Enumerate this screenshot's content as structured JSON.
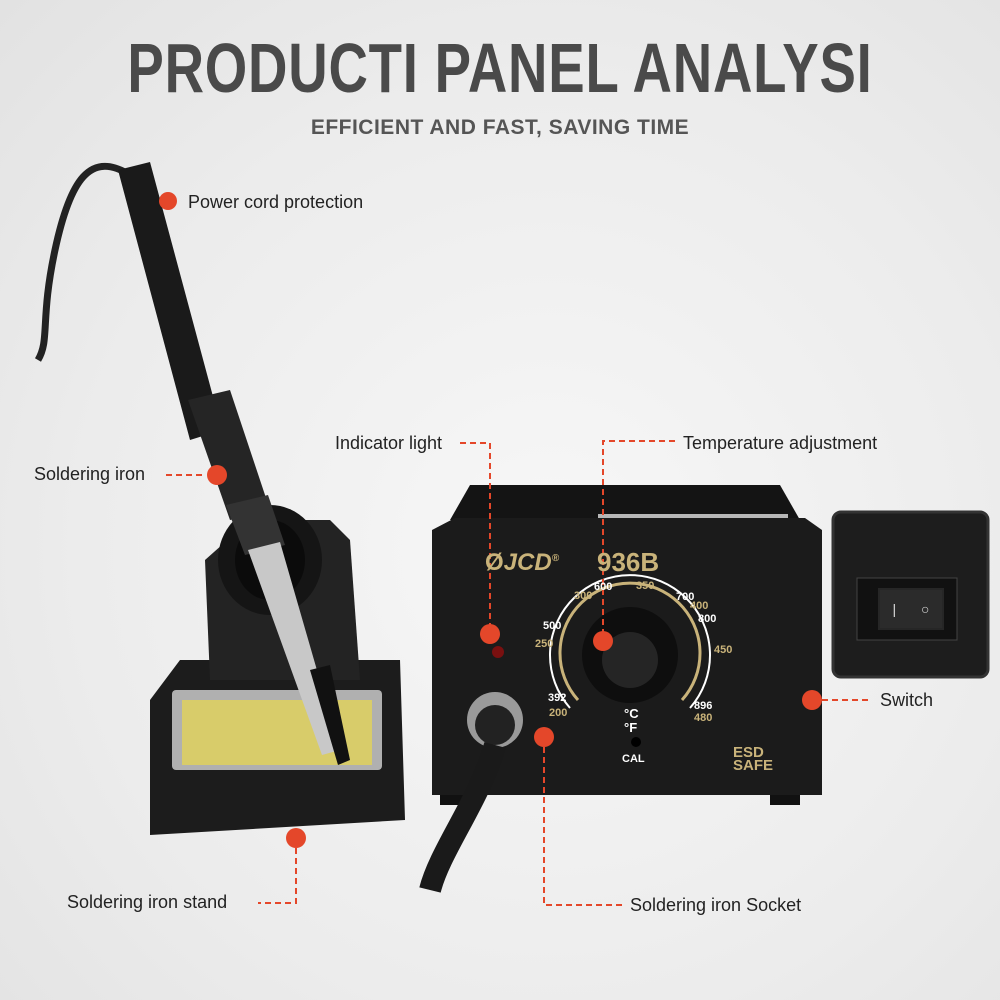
{
  "header": {
    "title": "PRODUCTI PANEL ANALYSI",
    "subtitle": "EFFICIENT AND FAST, SAVING TIME"
  },
  "callouts": {
    "power_cord": "Power cord protection",
    "soldering_iron": "Soldering iron",
    "indicator_light": "Indicator light",
    "temperature": "Temperature adjustment",
    "switch": "Switch",
    "socket": "Soldering iron Socket",
    "stand": "Soldering iron stand"
  },
  "device": {
    "brand": "JCD",
    "brand_mark": "®",
    "model": "936B",
    "fahrenheit_scale": [
      "392",
      "500",
      "600",
      "700",
      "800",
      "896"
    ],
    "celsius_scale": [
      "200",
      "250",
      "300",
      "350",
      "400",
      "450",
      "480"
    ],
    "unit_c": "°C",
    "unit_f": "°F",
    "cal_label": "CAL",
    "esd_label_1": "ESD",
    "esd_label_2": "SAFE"
  },
  "colors": {
    "accent": "#e4472a",
    "gold": "#c9b37a",
    "title": "#4a4a4a"
  }
}
